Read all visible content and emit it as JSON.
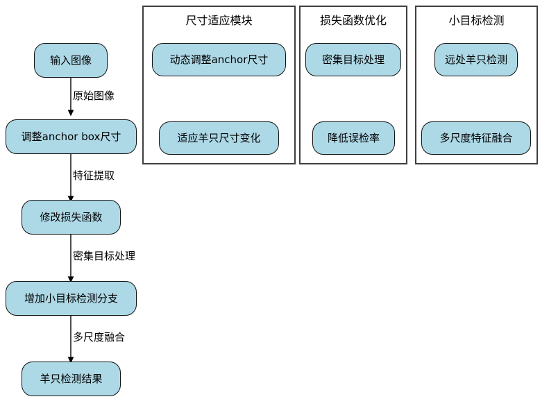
{
  "diagram": {
    "title": "Sheep detection model improvement flowchart",
    "background_color": "#ffffff",
    "node_fill_color": "#ADD8E6",
    "node_border_color": "#111111",
    "container_border_color": "#3f3f3f",
    "edge_color": "#000000"
  },
  "main_flow": {
    "nodes": [
      {
        "id": "input-image",
        "label": "输入图像"
      },
      {
        "id": "adjust-anchor-box",
        "label": "调整anchor box尺寸"
      },
      {
        "id": "modify-loss-function",
        "label": "修改损失函数"
      },
      {
        "id": "add-small-object-branch",
        "label": "增加小目标检测分支"
      },
      {
        "id": "sheep-detection-result",
        "label": "羊只检测结果"
      }
    ],
    "edges": [
      {
        "from": "input-image",
        "to": "adjust-anchor-box",
        "label": "原始图像"
      },
      {
        "from": "adjust-anchor-box",
        "to": "modify-loss-function",
        "label": "特征提取"
      },
      {
        "from": "modify-loss-function",
        "to": "add-small-object-branch",
        "label": "密集目标处理"
      },
      {
        "from": "add-small-object-branch",
        "to": "sheep-detection-result",
        "label": "多尺度融合"
      }
    ]
  },
  "subgraphs": [
    {
      "id": "size-adaptation-module",
      "title": "尺寸适应模块",
      "nodes": [
        {
          "id": "dynamic-anchor-size",
          "label": "动态调整anchor尺寸"
        },
        {
          "id": "adapt-sheep-size-change",
          "label": "适应羊只尺寸变化"
        }
      ],
      "edges": [
        {
          "from": "dynamic-anchor-size",
          "to": "adapt-sheep-size-change",
          "label": ""
        }
      ]
    },
    {
      "id": "loss-function-optimization",
      "title": "损失函数优化",
      "nodes": [
        {
          "id": "dense-object-processing",
          "label": "密集目标处理"
        },
        {
          "id": "reduce-false-detection",
          "label": "降低误检率"
        }
      ],
      "edges": [
        {
          "from": "dense-object-processing",
          "to": "reduce-false-detection",
          "label": ""
        }
      ]
    },
    {
      "id": "small-object-detection",
      "title": "小目标检测",
      "nodes": [
        {
          "id": "distant-sheep-detection",
          "label": "远处羊只检测"
        },
        {
          "id": "multiscale-feature-fusion",
          "label": "多尺度特征融合"
        }
      ],
      "edges": [
        {
          "from": "distant-sheep-detection",
          "to": "multiscale-feature-fusion",
          "label": ""
        }
      ]
    }
  ]
}
